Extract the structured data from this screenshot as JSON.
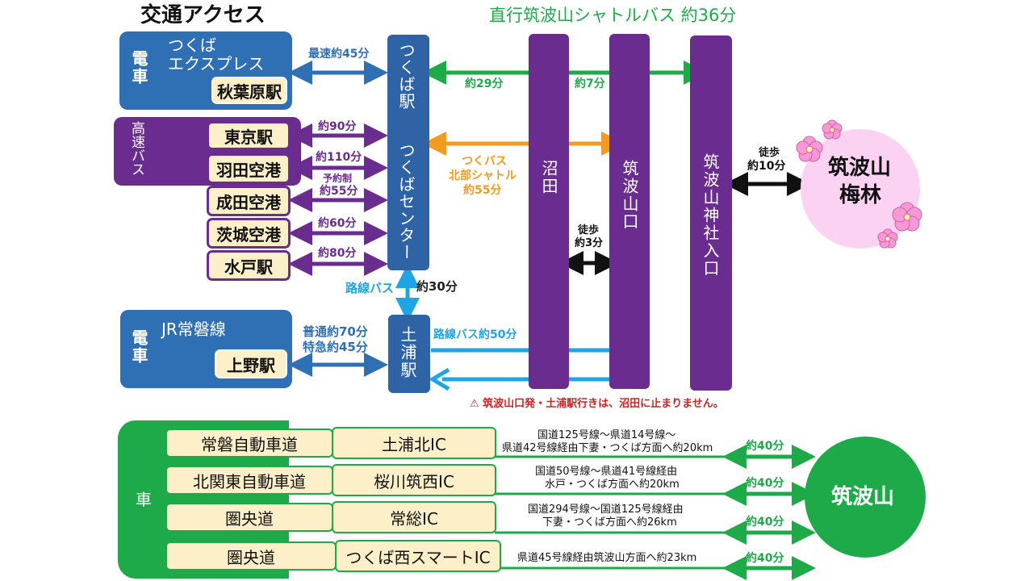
{
  "title": "交通アクセス",
  "shuttle": {
    "title": "直行筑波山シャトルバス 約36分",
    "t1": "約29分",
    "t2": "約7分"
  },
  "train": {
    "side": "電車",
    "line": "つくば\nエクスプレス",
    "line1": "つくば",
    "line2": "エクスプレス",
    "station": "秋葉原駅",
    "time": "最速約45分"
  },
  "bus": {
    "side": "高速バス",
    "items": [
      {
        "station": "東京駅",
        "time": "約90分",
        "note": ""
      },
      {
        "station": "羽田空港",
        "time": "約110分",
        "note": ""
      },
      {
        "station": "成田空港",
        "time": "約55分",
        "note": "予約制"
      },
      {
        "station": "茨城空港",
        "time": "約60分",
        "note": ""
      },
      {
        "station": "水戸駅",
        "time": "約80分",
        "note": ""
      }
    ]
  },
  "tsukuba": {
    "name": "つくば駅 つくばセンター",
    "col1": "つくば駅",
    "col2": "つくばセンター"
  },
  "route_bus": {
    "label": "路線バス",
    "time": "約30分"
  },
  "jr": {
    "side": "電車",
    "line": "JR常磐線",
    "station": "上野駅",
    "time1": "普通約70分",
    "time2": "特急約45分"
  },
  "tsuchiura": {
    "name": "土浦駅",
    "bus": "路線バス約50分"
  },
  "kita": {
    "l1": "つくバス",
    "l2": "北部シャトル",
    "l3": "約55分"
  },
  "stops": {
    "numata": "沼田",
    "tsukubasanguchi": "筑波山口",
    "jinja": "筑波山神社入口"
  },
  "walk1": {
    "l1": "徒歩",
    "l2": "約3分"
  },
  "walk2": {
    "l1": "徒歩",
    "l2": "約10分"
  },
  "baien": {
    "l1": "筑波山",
    "l2": "梅林"
  },
  "warning": "⚠ 筑波山口発・土浦駅行きは、沼田に止まりません。",
  "car": {
    "side": "車",
    "dest": "筑波山",
    "rows": [
      {
        "road": "常磐自動車道",
        "ic": "土浦北IC",
        "route1": "国道125号線～県道14号線～",
        "route2": "県道42号線経由下妻・つくば方面へ約20km",
        "time": "約40分"
      },
      {
        "road": "北関東自動車道",
        "ic": "桜川筑西IC",
        "route1": "国道50号線～県道41号線経由",
        "route2": "水戸・つくば方面へ約20km",
        "time": "約40分"
      },
      {
        "road": "圏央道",
        "ic": "常総IC",
        "route1": "国道294号線～国道125号線経由",
        "route2": "下妻・つくば方面へ約26km",
        "time": "約40分"
      },
      {
        "road": "圏央道",
        "ic": "つくば西スマートIC",
        "route1": "県道45号線経由筑波山方面へ約23km",
        "route2": "",
        "time": "約40分"
      }
    ]
  },
  "colors": {
    "blue": "#2f6fb4",
    "purple": "#6a2d8f",
    "green": "#1faa4a",
    "orange": "#f39a1f",
    "cyan": "#1fa5e6",
    "pink": "#fbd2f2"
  }
}
